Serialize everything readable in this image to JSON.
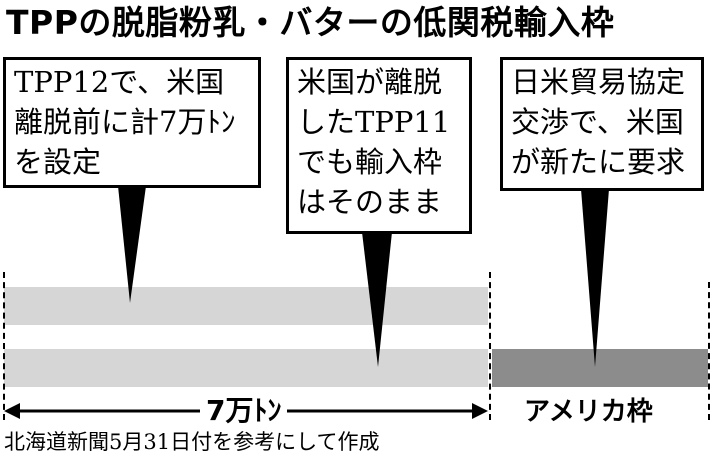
{
  "title": "TPPの脱脂粉乳・バターの低関税輸入枠",
  "callouts": {
    "left": "TPP12で、米国\n離脱前に計7万ﾄﾝ\nを設定",
    "middle": "米国が離脱\nしたTPP11\nでも輸入枠\nはそのまま",
    "right": "日米貿易協定\n交渉で、米国\nが新たに要求"
  },
  "colors": {
    "band_light": "#d6d6d6",
    "band_dark": "#8c8c8c",
    "ink": "#000000"
  },
  "bottom": {
    "range_label": "7万ﾄﾝ",
    "america_label": "アメリカ枠"
  },
  "source": "北海道新聞5月31日付を参考にして作成"
}
